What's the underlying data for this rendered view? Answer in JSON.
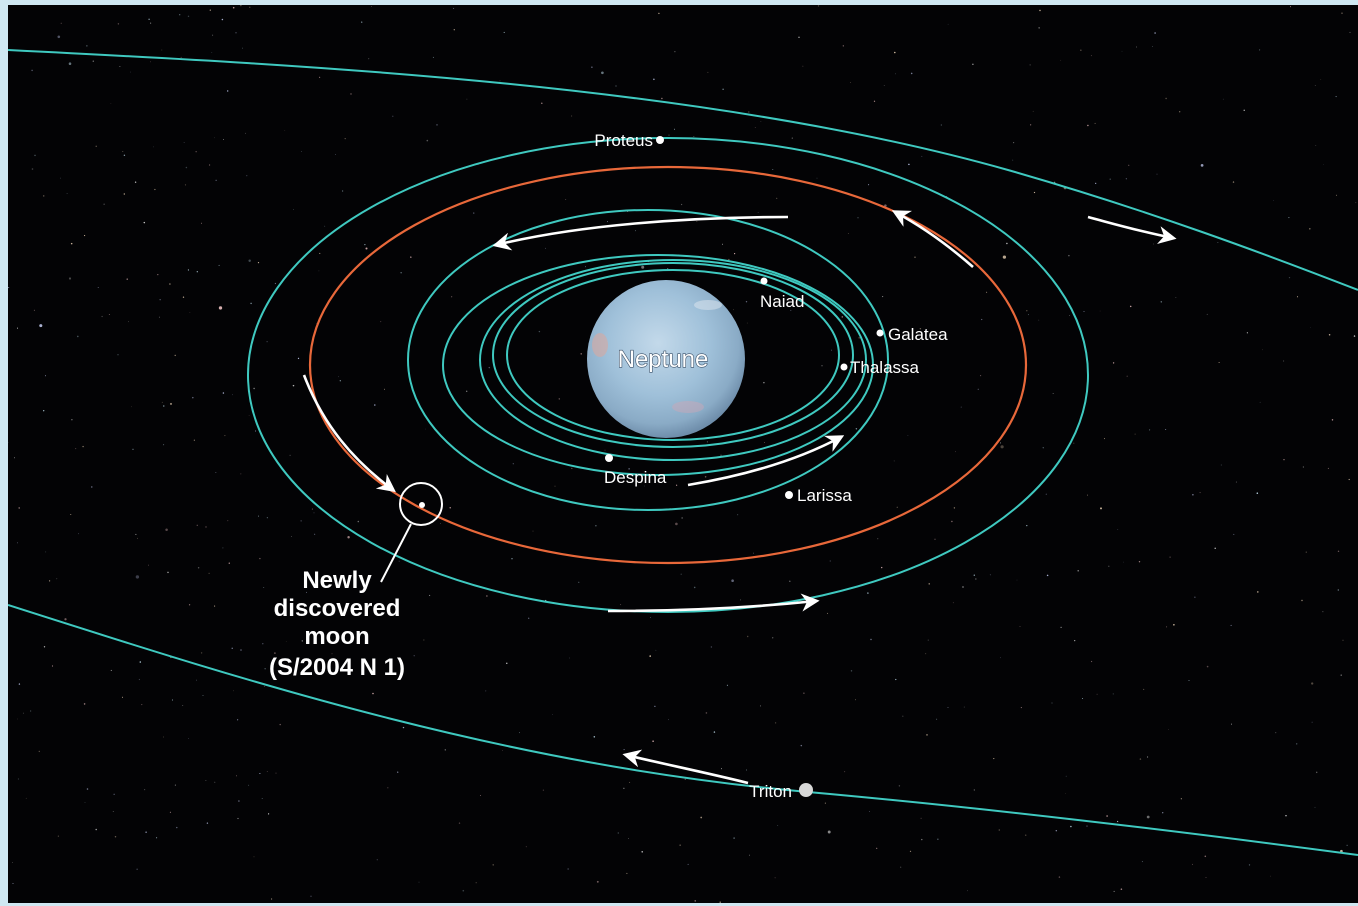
{
  "planet": {
    "name": "Neptune"
  },
  "moons": [
    {
      "id": "proteus",
      "name": "Proteus"
    },
    {
      "id": "naiad",
      "name": "Naiad"
    },
    {
      "id": "galatea",
      "name": "Galatea"
    },
    {
      "id": "thalassa",
      "name": "Thalassa"
    },
    {
      "id": "despina",
      "name": "Despina"
    },
    {
      "id": "larissa",
      "name": "Larissa"
    },
    {
      "id": "triton",
      "name": "Triton"
    }
  ],
  "new_moon": {
    "callout_lines": [
      "Newly",
      "discovered",
      "moon",
      "(S/2004 N 1)"
    ]
  },
  "colors": {
    "background": "#030305",
    "moon_orbit": "#3fc9c0",
    "new_moon_orbit": "#e8683a",
    "direction_arrow": "#ffffff",
    "planet": "#9fc2dc"
  }
}
